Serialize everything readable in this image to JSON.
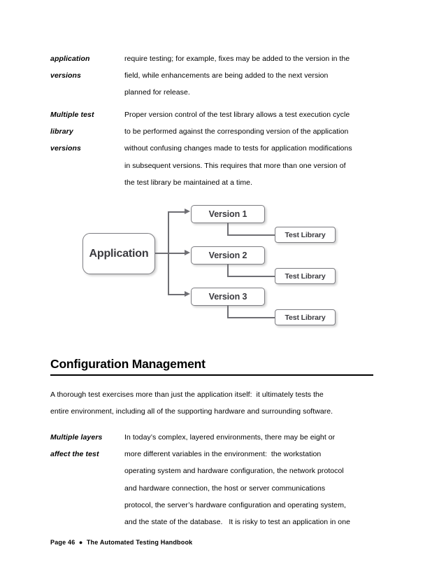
{
  "page": {
    "background": "#ffffff",
    "text_color": "#000000"
  },
  "blocks": [
    {
      "term_lines": [
        "application",
        "versions"
      ],
      "body_lines": [
        "require testing; for example, fixes may be added to the version in the",
        "field, while enhancements are being added to the next version",
        "planned for release."
      ]
    },
    {
      "term_lines": [
        "Multiple test",
        "library",
        "versions"
      ],
      "body_lines": [
        "Proper version control of the test library allows a test execution cycle",
        "to be performed against the corresponding version of the application",
        "without confusing changes made to tests for application modifications",
        "in subsequent versions. This requires that more than one version of",
        "the test library be maintained at a time."
      ]
    },
    {
      "term_lines": [
        "Multiple layers",
        "affect the test"
      ],
      "body_lines": [
        "In today’s complex, layered environments, there may be eight or",
        "more different variables in the environment:  the workstation",
        "operating system and hardware configuration, the network protocol",
        "and hardware connection, the host or server communications",
        "protocol, the server’s hardware configuration and operating system,",
        "and the state of the database.   It is risky to test an application in one"
      ]
    }
  ],
  "heading": {
    "title": "Configuration Management"
  },
  "intro_paragraph": {
    "lines": [
      "A thorough test exercises more than just the application itself:  it ultimately tests the",
      "entire environment, including all of the supporting hardware and surrounding software."
    ]
  },
  "diagram": {
    "border_color": "#7d7d82",
    "line_color": "#6f6f74",
    "label_color": "#3a3a3f",
    "source_node": {
      "label": "Application"
    },
    "version_nodes": [
      {
        "label": "Version 1",
        "library_label": "Test Library"
      },
      {
        "label": "Version 2",
        "library_label": "Test Library"
      },
      {
        "label": "Version 3",
        "library_label": "Test Library"
      }
    ]
  },
  "footer": {
    "text": "Page 46  ●  The Automated Testing Handbook"
  }
}
